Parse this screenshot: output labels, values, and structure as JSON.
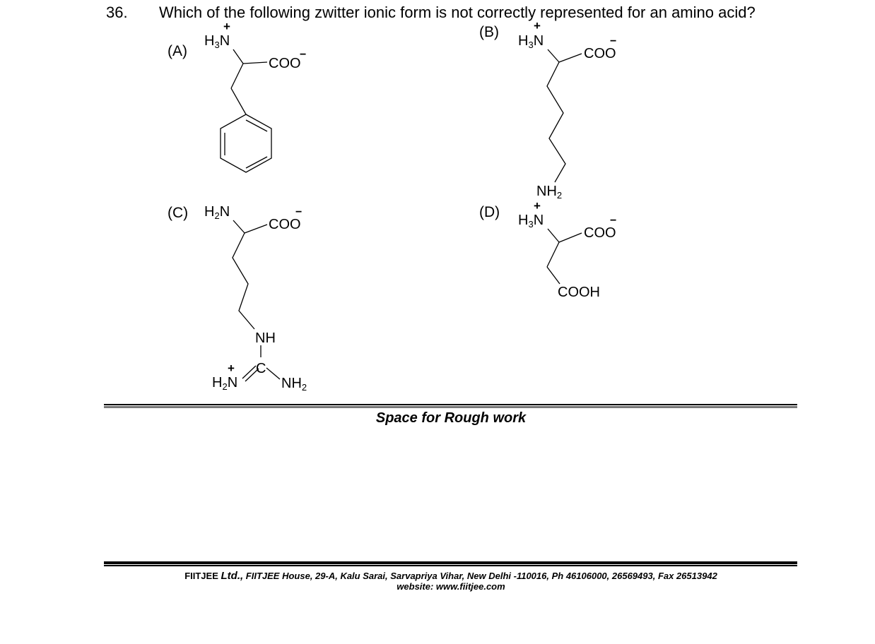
{
  "question": {
    "number": "36.",
    "text": "Which of the following zwitter ionic form is not correctly represented for an amino acid?"
  },
  "options": {
    "a": {
      "label": "(A)"
    },
    "b": {
      "label": "(B)"
    },
    "c": {
      "label": "(C)"
    },
    "d": {
      "label": "(D)"
    }
  },
  "chem": {
    "plus": "+",
    "minus": "−",
    "h": "H",
    "three": "3",
    "two": "2",
    "n": "N",
    "coo": "COO",
    "nh": "NH",
    "c": "C",
    "cooh": "COOH"
  },
  "rough_work": "Space for Rough work",
  "footer": {
    "brand": "FIITJEE",
    "ltd": "Ltd.,",
    "address": "FIITJEE House, 29-A, Kalu  Sarai, Sarvapriya Vihar, New Delhi -110016, Ph 46106000, 26569493, Fax 26513942",
    "website": "website: www.fiitjee.com"
  }
}
